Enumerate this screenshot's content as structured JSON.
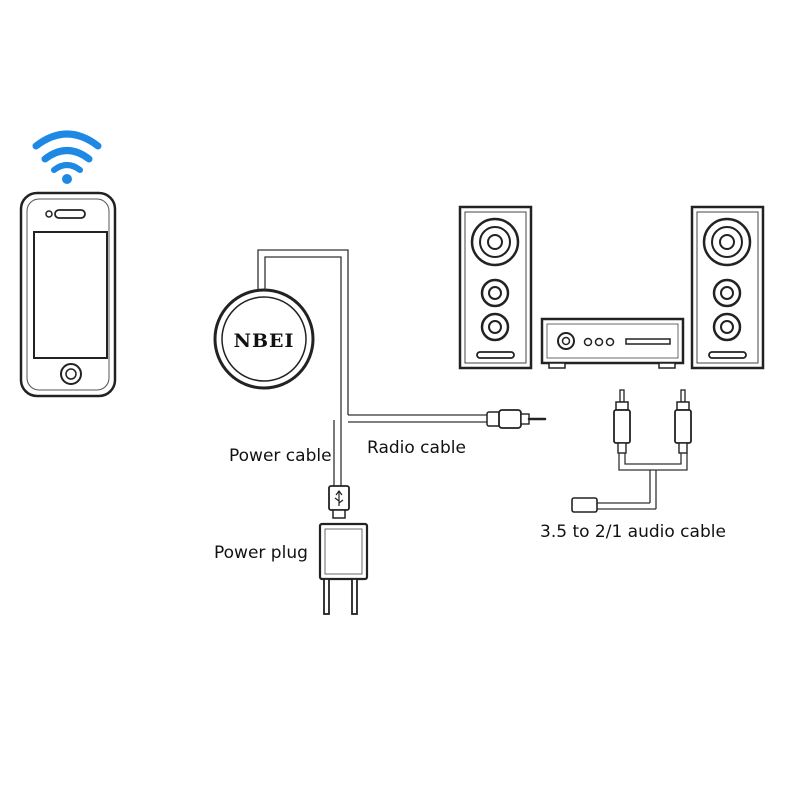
{
  "labels": {
    "brand": "NBEI",
    "power_cable": "Power cable",
    "radio_cable": "Radio cable",
    "power_plug": "Power plug",
    "audio_cable": "3.5 to 2/1 audio cable"
  },
  "icons": {
    "wifi": "wifi-icon",
    "phone": "smartphone-icon",
    "receiver": "bluetooth-receiver-puck",
    "usb": "usb-icon",
    "plug": "power-adapter",
    "speaker": "speaker",
    "amplifier": "amplifier"
  },
  "colors": {
    "wifi_blue": "#1e88e5",
    "line": "#222222",
    "cable_fill": "#cfcfcf"
  }
}
